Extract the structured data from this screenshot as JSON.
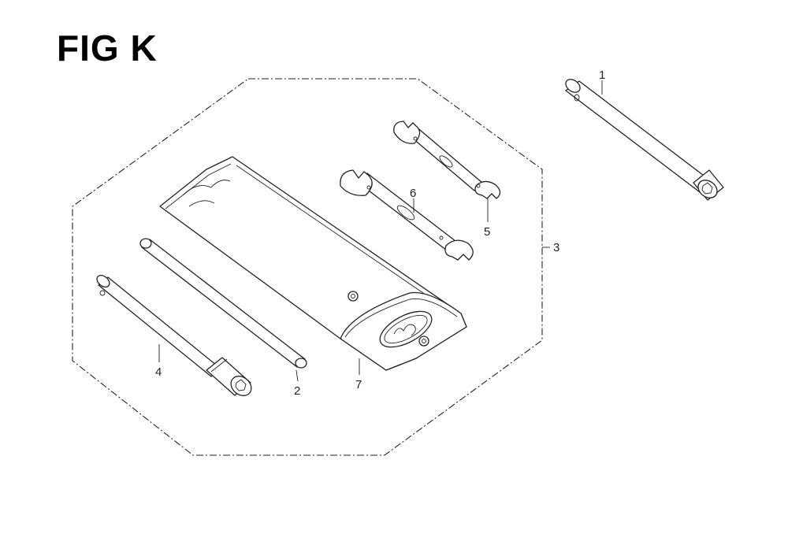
{
  "figure": {
    "title": "FIG K",
    "colors": {
      "line": "#222222",
      "background": "#ffffff"
    }
  },
  "parts": [
    {
      "ref": "1",
      "name": "box-wrench-large"
    },
    {
      "ref": "2",
      "name": "handle-rod"
    },
    {
      "ref": "3",
      "name": "tool-kit-assembly"
    },
    {
      "ref": "4",
      "name": "box-wrench-small"
    },
    {
      "ref": "5",
      "name": "open-end-wrench-small"
    },
    {
      "ref": "6",
      "name": "open-end-wrench-large"
    },
    {
      "ref": "7",
      "name": "tool-pouch"
    }
  ]
}
